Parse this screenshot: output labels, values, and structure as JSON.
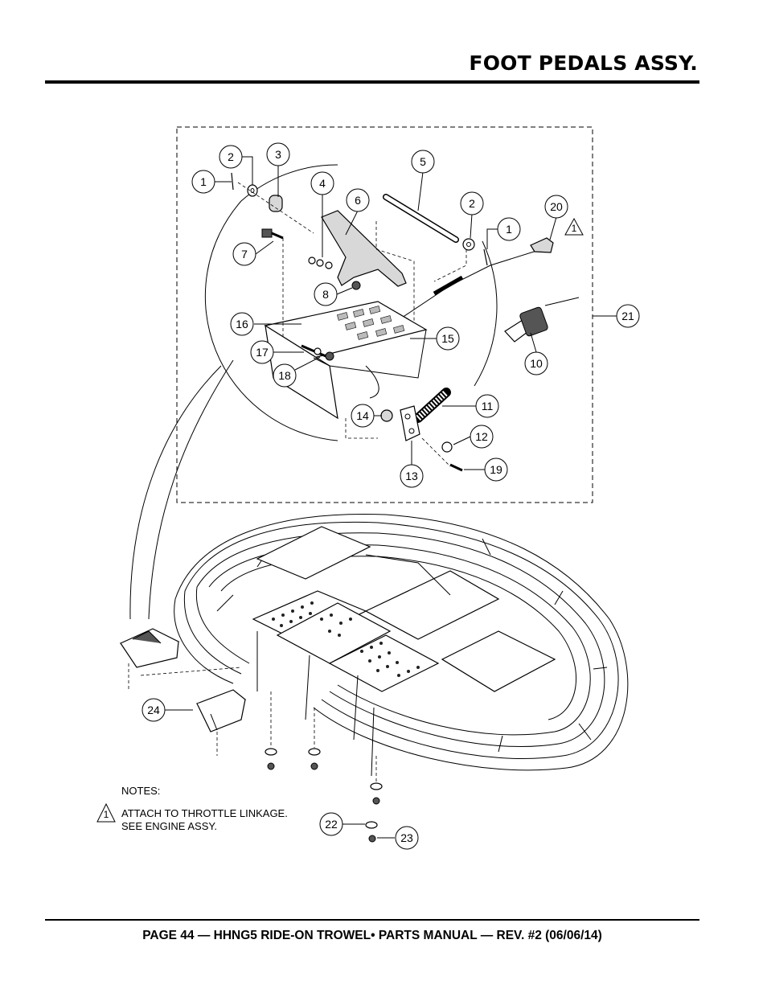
{
  "header": {
    "title": "FOOT PEDALS ASSY."
  },
  "footer": {
    "text": "PAGE 44 — HHNG5 RIDE-ON TROWEL• PARTS MANUAL — REV. #2 (06/06/14)"
  },
  "notes": {
    "heading": "NOTES:",
    "flag": "1",
    "line1": "ATTACH TO THROTTLE LINKAGE.",
    "line2": "SEE ENGINE ASSY."
  },
  "flag_on_part_20": "1",
  "callouts": [
    {
      "label": "1"
    },
    {
      "label": "2"
    },
    {
      "label": "3"
    },
    {
      "label": "4"
    },
    {
      "label": "5"
    },
    {
      "label": "6"
    },
    {
      "label": "2"
    },
    {
      "label": "1"
    },
    {
      "label": "20"
    },
    {
      "label": "7"
    },
    {
      "label": "8"
    },
    {
      "label": "16"
    },
    {
      "label": "15"
    },
    {
      "label": "21"
    },
    {
      "label": "17"
    },
    {
      "label": "18"
    },
    {
      "label": "10"
    },
    {
      "label": "11"
    },
    {
      "label": "14"
    },
    {
      "label": "12"
    },
    {
      "label": "19"
    },
    {
      "label": "13"
    },
    {
      "label": "24"
    },
    {
      "label": "22"
    },
    {
      "label": "23"
    }
  ]
}
